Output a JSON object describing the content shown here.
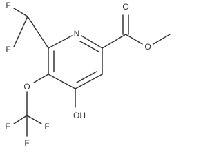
{
  "structure": {
    "atoms": [
      {
        "id": "F1",
        "label": "F"
      },
      {
        "id": "F2",
        "label": "F"
      },
      {
        "id": "N",
        "label": "N"
      },
      {
        "id": "O1",
        "label": "O"
      },
      {
        "id": "O2",
        "label": "O"
      },
      {
        "id": "O3",
        "label": "O"
      },
      {
        "id": "OH",
        "label": "OH"
      },
      {
        "id": "F3",
        "label": "F"
      },
      {
        "id": "F4",
        "label": "F"
      },
      {
        "id": "F5",
        "label": "F"
      }
    ]
  }
}
